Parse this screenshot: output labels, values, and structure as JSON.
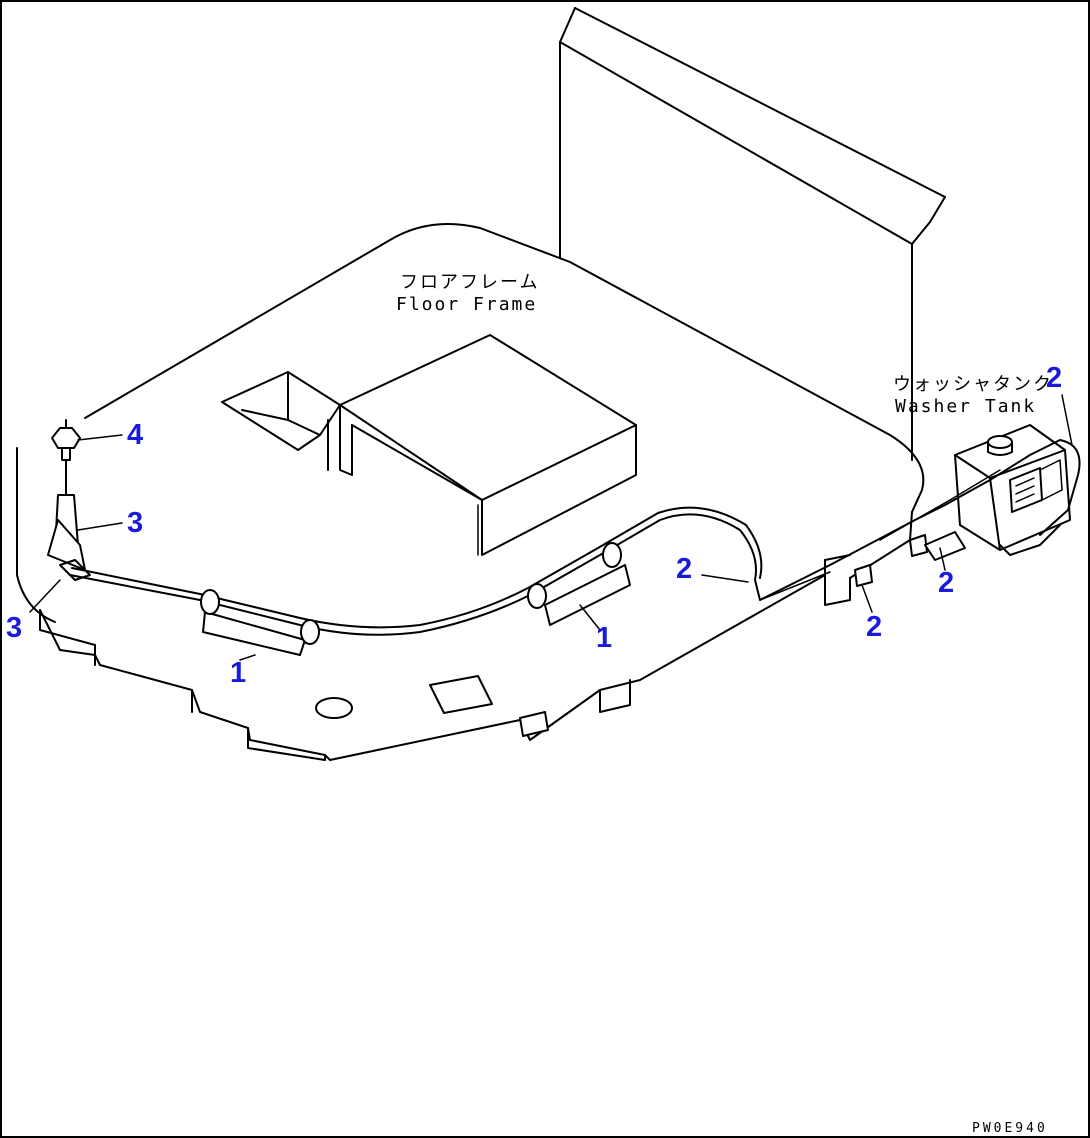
{
  "labels": {
    "floor_frame_jp": "フロアフレーム",
    "floor_frame_en": "Floor Frame",
    "washer_tank_jp": "ウォッシャタンク",
    "washer_tank_en": "Washer Tank"
  },
  "callouts": {
    "clamp_a": "1",
    "clamp_b": "1",
    "hose_a": "2",
    "hose_b": "2",
    "hose_c": "2",
    "hose_d": "2",
    "nozzle_a": "3",
    "nozzle_b": "3",
    "nozzle_head": "4"
  },
  "drawing_code": "PW0E940",
  "colors": {
    "callout": "#1a1adc",
    "line": "#000000",
    "background": "#ffffff"
  }
}
